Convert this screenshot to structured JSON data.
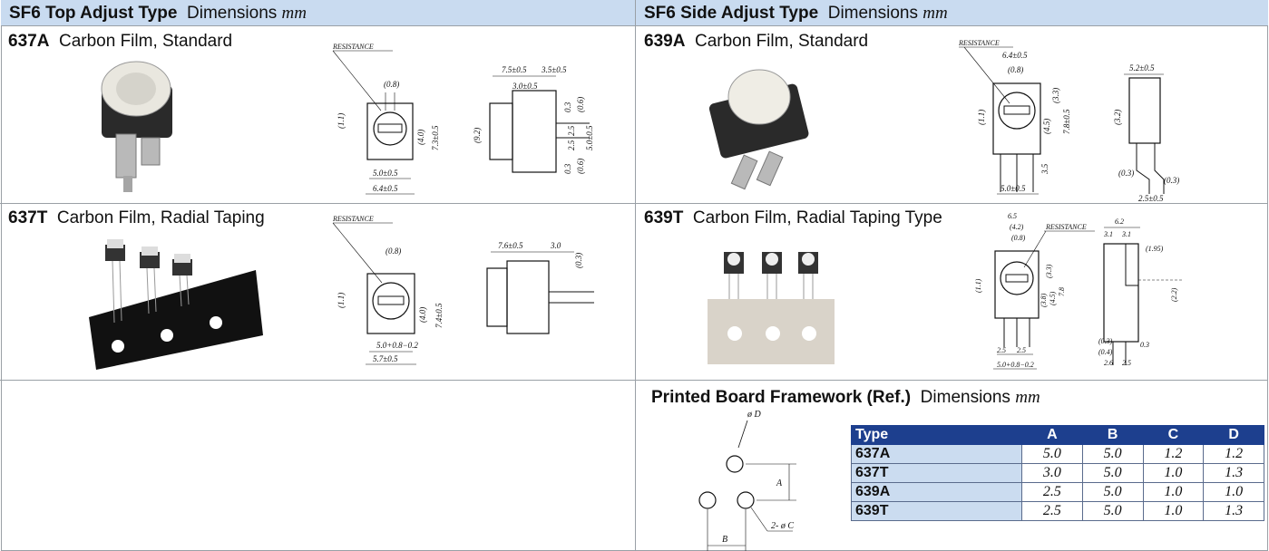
{
  "sections": {
    "left": {
      "title_bold": "SF6 Top Adjust Type",
      "title_rest": "Dimensions",
      "unit": "mm"
    },
    "right": {
      "title_bold": "SF6 Side Adjust Type",
      "title_rest": "Dimensions",
      "unit": "mm"
    }
  },
  "cells": {
    "c637A": {
      "model": "637A",
      "desc": "Carbon Film, Standard",
      "dims": {
        "resistance": "RESISTANCE",
        "d1": "(0.8)",
        "d2": "(1.1)",
        "d3": "(4.0)",
        "d4": "7.3±0.5",
        "d5": "5.0±0.5",
        "d6": "6.4±0.5",
        "s1": "7.5±0.5",
        "s2": "3.5±0.5",
        "s3": "3.0±0.5",
        "s4": "0.3",
        "s5": "(0.6)",
        "s6": "(9.2)",
        "s7": "2.5",
        "s8": "2.5",
        "s9": "5.0±0.5",
        "s10": "0.3",
        "s11": "(0.6)"
      }
    },
    "c639A": {
      "model": "639A",
      "desc": "Carbon Film, Standard",
      "dims": {
        "resistance": "RESISTANCE",
        "d1": "6.4±0.5",
        "d2": "(0.8)",
        "d3": "(1.1)",
        "d4": "(4.5)",
        "d5": "(3.3)",
        "d6": "7.8±0.5",
        "d7": "3.5",
        "d8": "5.0±0.5",
        "s1": "5.2±0.5",
        "s2": "(3.2)",
        "s3": "(0.3)",
        "s4": "(0.3)",
        "s5": "2.5±0.5"
      }
    },
    "c637T": {
      "model": "637T",
      "desc": "Carbon Film, Radial Taping",
      "dims": {
        "resistance": "RESISTANCE",
        "d1": "(0.8)",
        "d2": "(1.1)",
        "d3": "(4.0)",
        "d4": "7.4±0.5",
        "d5": "5.0+0.8−0.2",
        "d6": "5.7±0.5",
        "s1": "7.6±0.5",
        "s2": "3.0",
        "s3": "(0.3)"
      }
    },
    "c639T": {
      "model": "639T",
      "desc": "Carbon Film, Radial Taping Type",
      "dims": {
        "resistance": "RESISTANCE",
        "d1": "6.5",
        "d2": "(4.2)",
        "d3": "(0.8)",
        "d4": "(1.1)",
        "d5": "(3.3)",
        "d6": "(3.8)",
        "d7": "(4.5)",
        "d8": "7.8",
        "d9": "2.5",
        "d10": "2.5",
        "d11": "5.0+0.8−0.2",
        "s1": "6.2",
        "s2": "3.1",
        "s3": "3.1",
        "s4": "(1.95)",
        "s5": "(2.2)",
        "s6": "(0.3)",
        "s7": "(0.4)",
        "s8": "0.3",
        "s9": "2.6",
        "s10": "2.5"
      }
    }
  },
  "printed_board": {
    "title_bold": "Printed Board Framework (Ref.)",
    "title_rest": "Dimensions",
    "unit": "mm",
    "diagram": {
      "phi_d": "ø D",
      "a": "A",
      "b": "B",
      "two_phi_c": "2- ø C"
    },
    "columns": [
      "Type",
      "A",
      "B",
      "C",
      "D"
    ],
    "rows": [
      {
        "type": "637A",
        "a": "5.0",
        "b": "5.0",
        "c": "1.2",
        "d": "1.2"
      },
      {
        "type": "637T",
        "a": "3.0",
        "b": "5.0",
        "c": "1.0",
        "d": "1.3"
      },
      {
        "type": "639A",
        "a": "2.5",
        "b": "5.0",
        "c": "1.0",
        "d": "1.0"
      },
      {
        "type": "639T",
        "a": "2.5",
        "b": "5.0",
        "c": "1.0",
        "d": "1.3"
      }
    ]
  },
  "colors": {
    "header_bg": "#c9dbf0",
    "table_header": "#1d3f8e",
    "type_cell": "#cbdcf0",
    "border": "#9aa0a6"
  }
}
